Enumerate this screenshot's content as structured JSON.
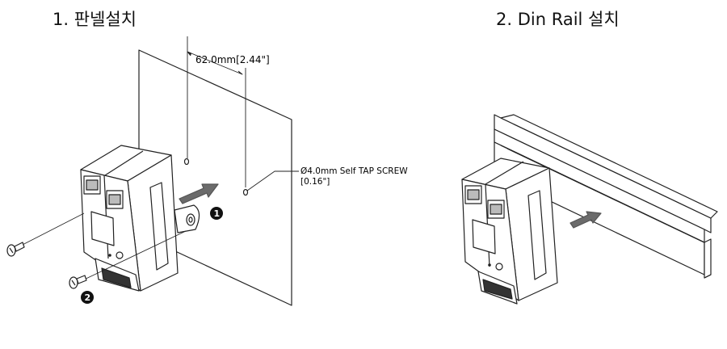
{
  "titles": {
    "panel": "1. 판넬설치",
    "din": "2. Din Rail 설치"
  },
  "annotations": {
    "dimension": "62.0mm[2.44\"]",
    "screw_line1": "Ø4.0mm Self TAP SCREW",
    "screw_line2": "[0.16\"]",
    "step1": "1",
    "step2": "2"
  },
  "colors": {
    "line": "#222222",
    "arrow": "#6b6b6b",
    "badge": "#111111"
  }
}
